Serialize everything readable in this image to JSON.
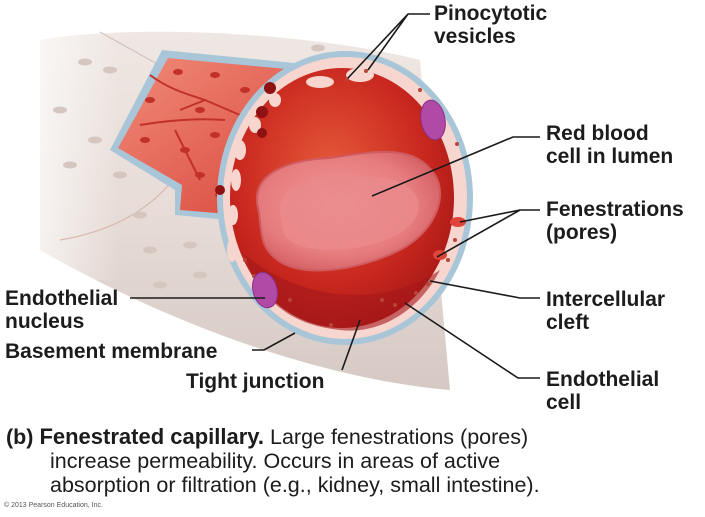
{
  "labels": {
    "pinocytotic_vesicles": [
      "Pinocytotic",
      "vesicles"
    ],
    "red_blood_cell": [
      "Red blood",
      "cell in lumen"
    ],
    "fenestrations": [
      "Fenestrations",
      "(pores)"
    ],
    "intercellular_cleft": [
      "Intercellular",
      "cleft"
    ],
    "endothelial_cell": [
      "Endothelial",
      "cell"
    ],
    "endothelial_nucleus": [
      "Endothelial",
      "nucleus"
    ],
    "basement_membrane": "Basement membrane",
    "tight_junction": "Tight junction"
  },
  "caption": {
    "letter": "(b)",
    "title": "Fenestrated capillary.",
    "line1_rest": "Large fenestrations (pores)",
    "line2": "increase permeability. Occurs in areas of active",
    "line3": "absorption or filtration (e.g., kidney, small intestine)."
  },
  "copyright": "© 2013 Pearson Education, Inc.",
  "colors": {
    "vessel_outer": "#ece3de",
    "basement_membrane": "#a9c6d8",
    "lumen": "#c8281f",
    "endothelium": "#f6d6cf",
    "rbc": "#e8767a",
    "nucleus": "#b04aa6",
    "leader_line": "#1a1a1a"
  }
}
